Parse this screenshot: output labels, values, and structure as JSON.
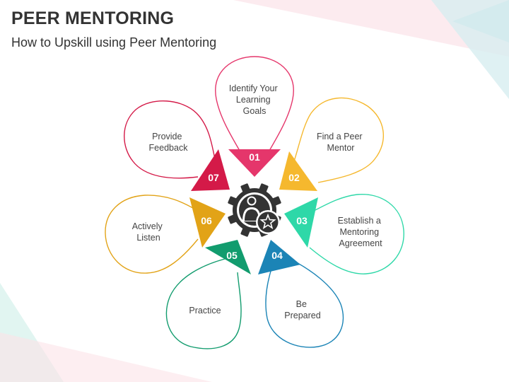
{
  "header": {
    "title": "PEER MENTORING",
    "subtitle": "How to Upskill using Peer Mentoring"
  },
  "steps": [
    {
      "number": "01",
      "lines": [
        "Identify Your",
        "Learning",
        "Goals"
      ],
      "color": "#e5366b"
    },
    {
      "number": "02",
      "lines": [
        "Find a Peer",
        "Mentor"
      ],
      "color": "#f5b82e"
    },
    {
      "number": "03",
      "lines": [
        "Establish a",
        "Mentoring",
        "Agreement"
      ],
      "color": "#2ed8a8"
    },
    {
      "number": "04",
      "lines": [
        "Be",
        "Prepared"
      ],
      "color": "#1b84b6"
    },
    {
      "number": "05",
      "lines": [
        "Practice"
      ],
      "color": "#129c6e"
    },
    {
      "number": "06",
      "lines": [
        "Actively",
        "Listen"
      ],
      "color": "#e2a317"
    },
    {
      "number": "07",
      "lines": [
        "Provide",
        "Feedback"
      ],
      "color": "#d41a48"
    }
  ],
  "center_icon": "gear-person-star-icon",
  "colors": {
    "icon": "#333333",
    "text": "#444444"
  }
}
